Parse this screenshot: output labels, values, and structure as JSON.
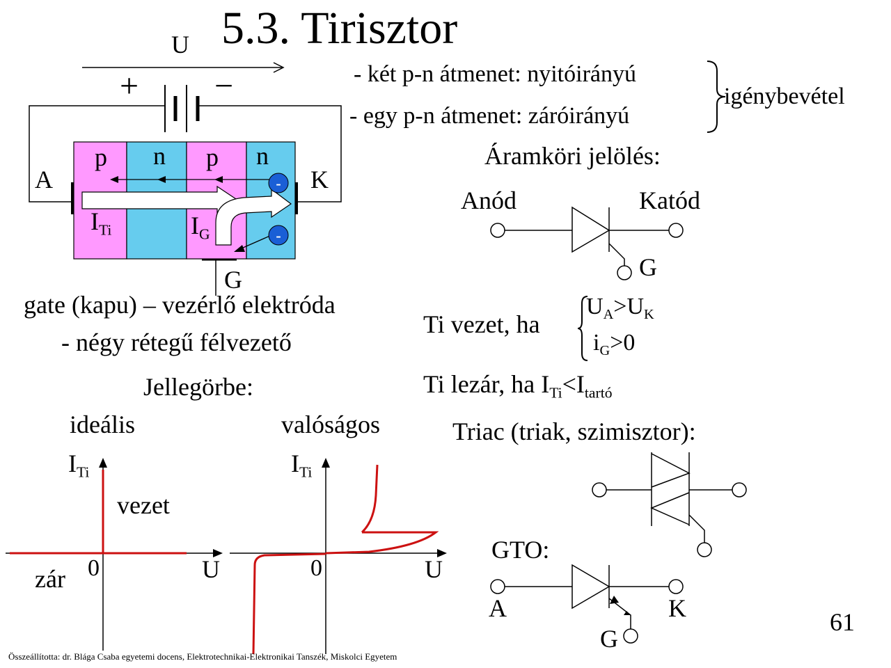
{
  "title": "5.3.  Tirisztor",
  "circuit": {
    "voltage_label": "U",
    "plus": "+",
    "minus": "−",
    "anode_label": "A",
    "cathode_label": "K",
    "layers": [
      "p",
      "n",
      "p",
      "n"
    ],
    "current_main": "I",
    "current_main_sub": "Ti",
    "current_gate": "I",
    "current_gate_sub": "G",
    "electron_sign": "-",
    "gate_label": "G",
    "colors": {
      "p": "#ff99ff",
      "n": "#66ccee",
      "electron": "#1a5fd6"
    }
  },
  "bullets": {
    "line1": "- két p-n átmenet: nyitóirányú",
    "line2": "- egy p-n átmenet: záróirányú",
    "brace_label": "igénybevétel"
  },
  "symbol": {
    "heading": "Áramköri jelölés:",
    "anode": "Anód",
    "cathode": "Katód",
    "gate": "G"
  },
  "gate_text": "gate (kapu) – vezérlő elektróda",
  "four_layer_text": "- négy rétegű félvezető",
  "conduct": {
    "prefix": "Ti vezet, ha",
    "c1_a": "U",
    "c1_a_sub": "A",
    "c1_op": ">U",
    "c1_b_sub": "K",
    "c2_a": "i",
    "c2_a_sub": "G",
    "c2_rest": ">0"
  },
  "turnoff": {
    "prefix": "Ti lezár, ha I",
    "sub1": "Ti",
    "mid": "<I",
    "sub2": "tartó"
  },
  "curves": {
    "heading": "Jellegörbe:",
    "ideal_label": "ideális",
    "real_label": "valóságos",
    "y_axis": "I",
    "y_axis_sub": "Ti",
    "x_axis": "U",
    "origin": "0",
    "on_label": "vezet",
    "off_label": "zár",
    "curve_color": "#cc1111"
  },
  "triac": {
    "heading": "Triac (triak, szimisztor):"
  },
  "gto": {
    "heading": "GTO:",
    "anode": "A",
    "cathode": "K",
    "gate": "G"
  },
  "page_number": "61",
  "footer": "Összeállította: dr. Blága Csaba egyetemi docens, Elektrotechnikai-Elektronikai Tanszék, Miskolci Egyetem"
}
